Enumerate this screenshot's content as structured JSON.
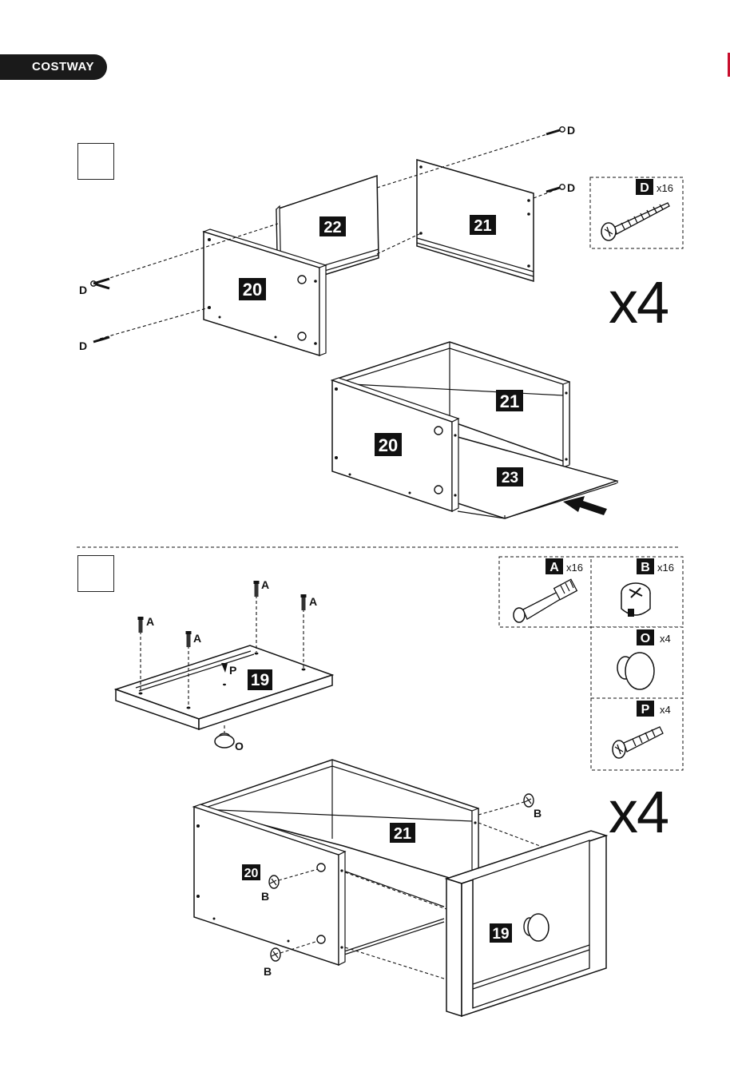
{
  "brand": {
    "name": "COSTWAY",
    "accent": "#c8102e"
  },
  "steps": [
    {
      "multiplier": "x4"
    },
    {
      "multiplier": "x4"
    }
  ],
  "parts": {
    "p20": "20",
    "p21": "21",
    "p22": "22",
    "p23": "23",
    "p19": "19"
  },
  "hardware": {
    "D": {
      "letter": "D",
      "qty": "x16",
      "icon": "wood-screw-icon"
    },
    "A": {
      "letter": "A",
      "qty": "x16",
      "icon": "cam-bolt-icon"
    },
    "B": {
      "letter": "B",
      "qty": "x16",
      "icon": "cam-lock-icon"
    },
    "O": {
      "letter": "O",
      "qty": "x4",
      "icon": "knob-icon"
    },
    "P": {
      "letter": "P",
      "qty": "x4",
      "icon": "machine-screw-icon"
    }
  },
  "callouts": {
    "D": "D",
    "A": "A",
    "B": "B",
    "O": "O",
    "P": "P"
  }
}
